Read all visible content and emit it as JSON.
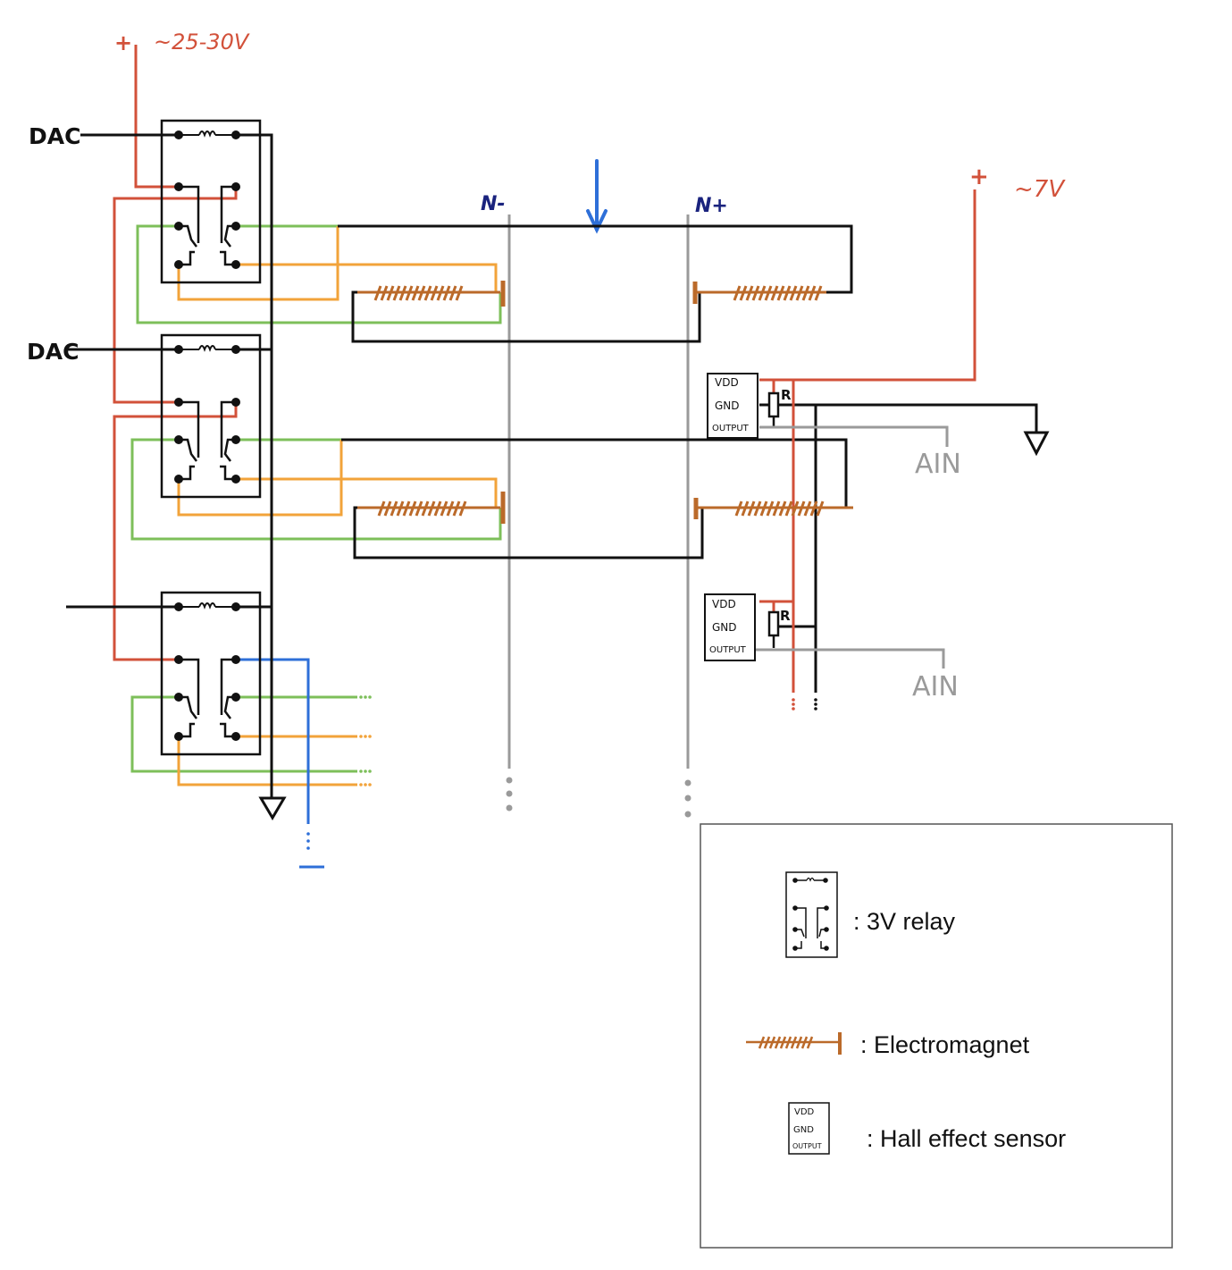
{
  "colors": {
    "black": "#111111",
    "red": "#d2513a",
    "green": "#7dbf5a",
    "orange": "#f2a33a",
    "blue": "#2e6fd8",
    "gray": "#9a9a9a",
    "coil": "#bb6a2a",
    "navy": "#1a237e"
  },
  "labels": {
    "supply_high_plus": "+",
    "supply_high": "~25-30V",
    "supply_low_plus": "+",
    "supply_low": "~7V",
    "dac_1": "DAC",
    "dac_2": "DAC",
    "n_minus": "N-",
    "n_plus": "N+",
    "sensor_1": {
      "vdd": "VDD",
      "gnd": "GND",
      "output": "OUTPUT",
      "resistor": "R"
    },
    "sensor_2": {
      "vdd": "VDD",
      "gnd": "GND",
      "output": "OUTPUT",
      "resistor": "R"
    },
    "ain_1": "AIN",
    "ain_2": "AIN"
  },
  "legend": {
    "relay": ": 3V relay",
    "electromagnet": ": Electromagnet",
    "hall_sensor": ": Hall effect sensor",
    "sensor_icon": {
      "vdd": "VDD",
      "gnd": "GND",
      "output": "OUTPUT"
    }
  }
}
